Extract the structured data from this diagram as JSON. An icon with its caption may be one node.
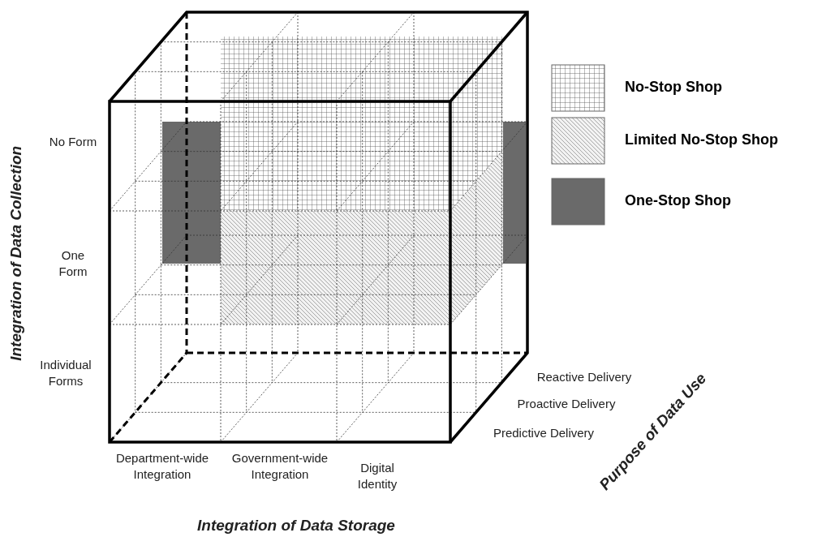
{
  "diagram": {
    "labels": [
      "No Form",
      "One Form",
      "Individual Forms",
      "Integration of Data Collection",
      "Reactive Delivery",
      "Proactive Delivery",
      "Predictive Delivery",
      "Purpose of Data Use",
      "Department-wide Integration",
      "Government-wide Integration",
      "Digital Identity",
      "Integration of Data Storage"
    ],
    "legend": [
      {
        "text": "No-Stop Shop"
      },
      {
        "text": "Limited No-Stop Shop"
      },
      {
        "text": "One-Stop Shop"
      }
    ]
  }
}
